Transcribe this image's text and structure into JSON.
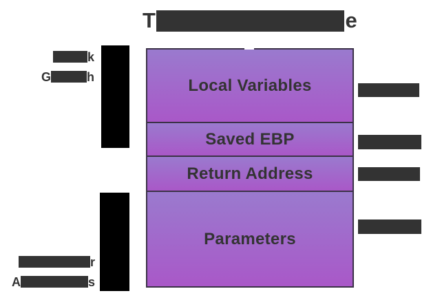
{
  "title": {
    "visible_prefix": "T",
    "visible_suffix": "e",
    "redacted": true
  },
  "left_labels": {
    "stack_growth": {
      "line1_visible_suffix": "k",
      "line2_visible_prefix": "G",
      "line2_visible_suffix": "h",
      "redacted": true
    },
    "higher_addresses": {
      "line1_visible_suffix": "r",
      "line2_visible_prefix": "A",
      "line2_visible_suffix": "s",
      "redacted": true
    }
  },
  "stack_frame": {
    "sections": [
      {
        "label": "Local Variables"
      },
      {
        "label": "Saved EBP"
      },
      {
        "label": "Return Address"
      },
      {
        "label": "Parameters"
      }
    ]
  },
  "right_labels": {
    "count": 4,
    "redacted": true
  },
  "colors": {
    "bg": "#ffffff",
    "text": "#333333",
    "redaction": "#333333",
    "arrow": "#000000",
    "frame-border": "#3b3147",
    "grad-top": "#9a7ace",
    "grad-bottom": "#a958c8"
  }
}
